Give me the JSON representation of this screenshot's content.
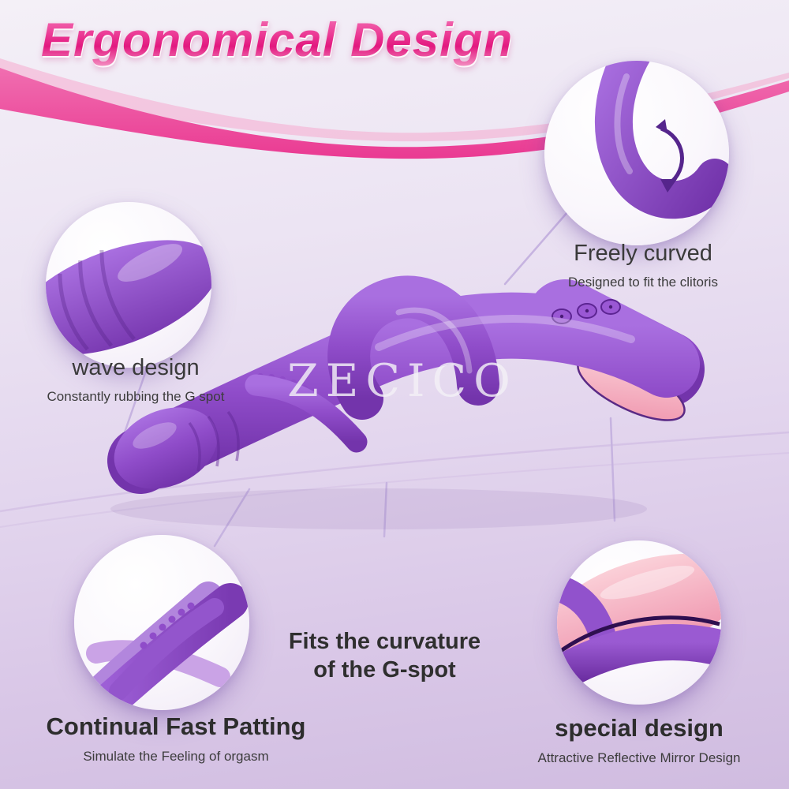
{
  "title": "Ergonomical Design",
  "watermark": "ZECICO",
  "callouts": {
    "freely_curved": {
      "label": "Freely curved",
      "description": "Designed to fit the clitoris"
    },
    "wave_design": {
      "label": "wave design",
      "description": "Constantly rubbing the G spot"
    },
    "continual_fast_patting": {
      "label": "Continual Fast Patting",
      "description": "Simulate the Feeling of orgasm"
    },
    "special_design": {
      "label": "special design",
      "description": "Attractive Reflective Mirror Design"
    }
  },
  "center_caption": {
    "line1": "Fits the curvature",
    "line2": "of the G-spot"
  },
  "colors": {
    "accent_pink": "#ec3d95",
    "product_purple": "#8f4cc9",
    "product_purple_dark": "#7334ab",
    "mirror_pink": "#f2a9bd",
    "connector_line": "#c6b3e0",
    "background_top": "#f4f0f7",
    "background_bottom": "#d0bce0",
    "text_dark": "#3a3a3a"
  }
}
